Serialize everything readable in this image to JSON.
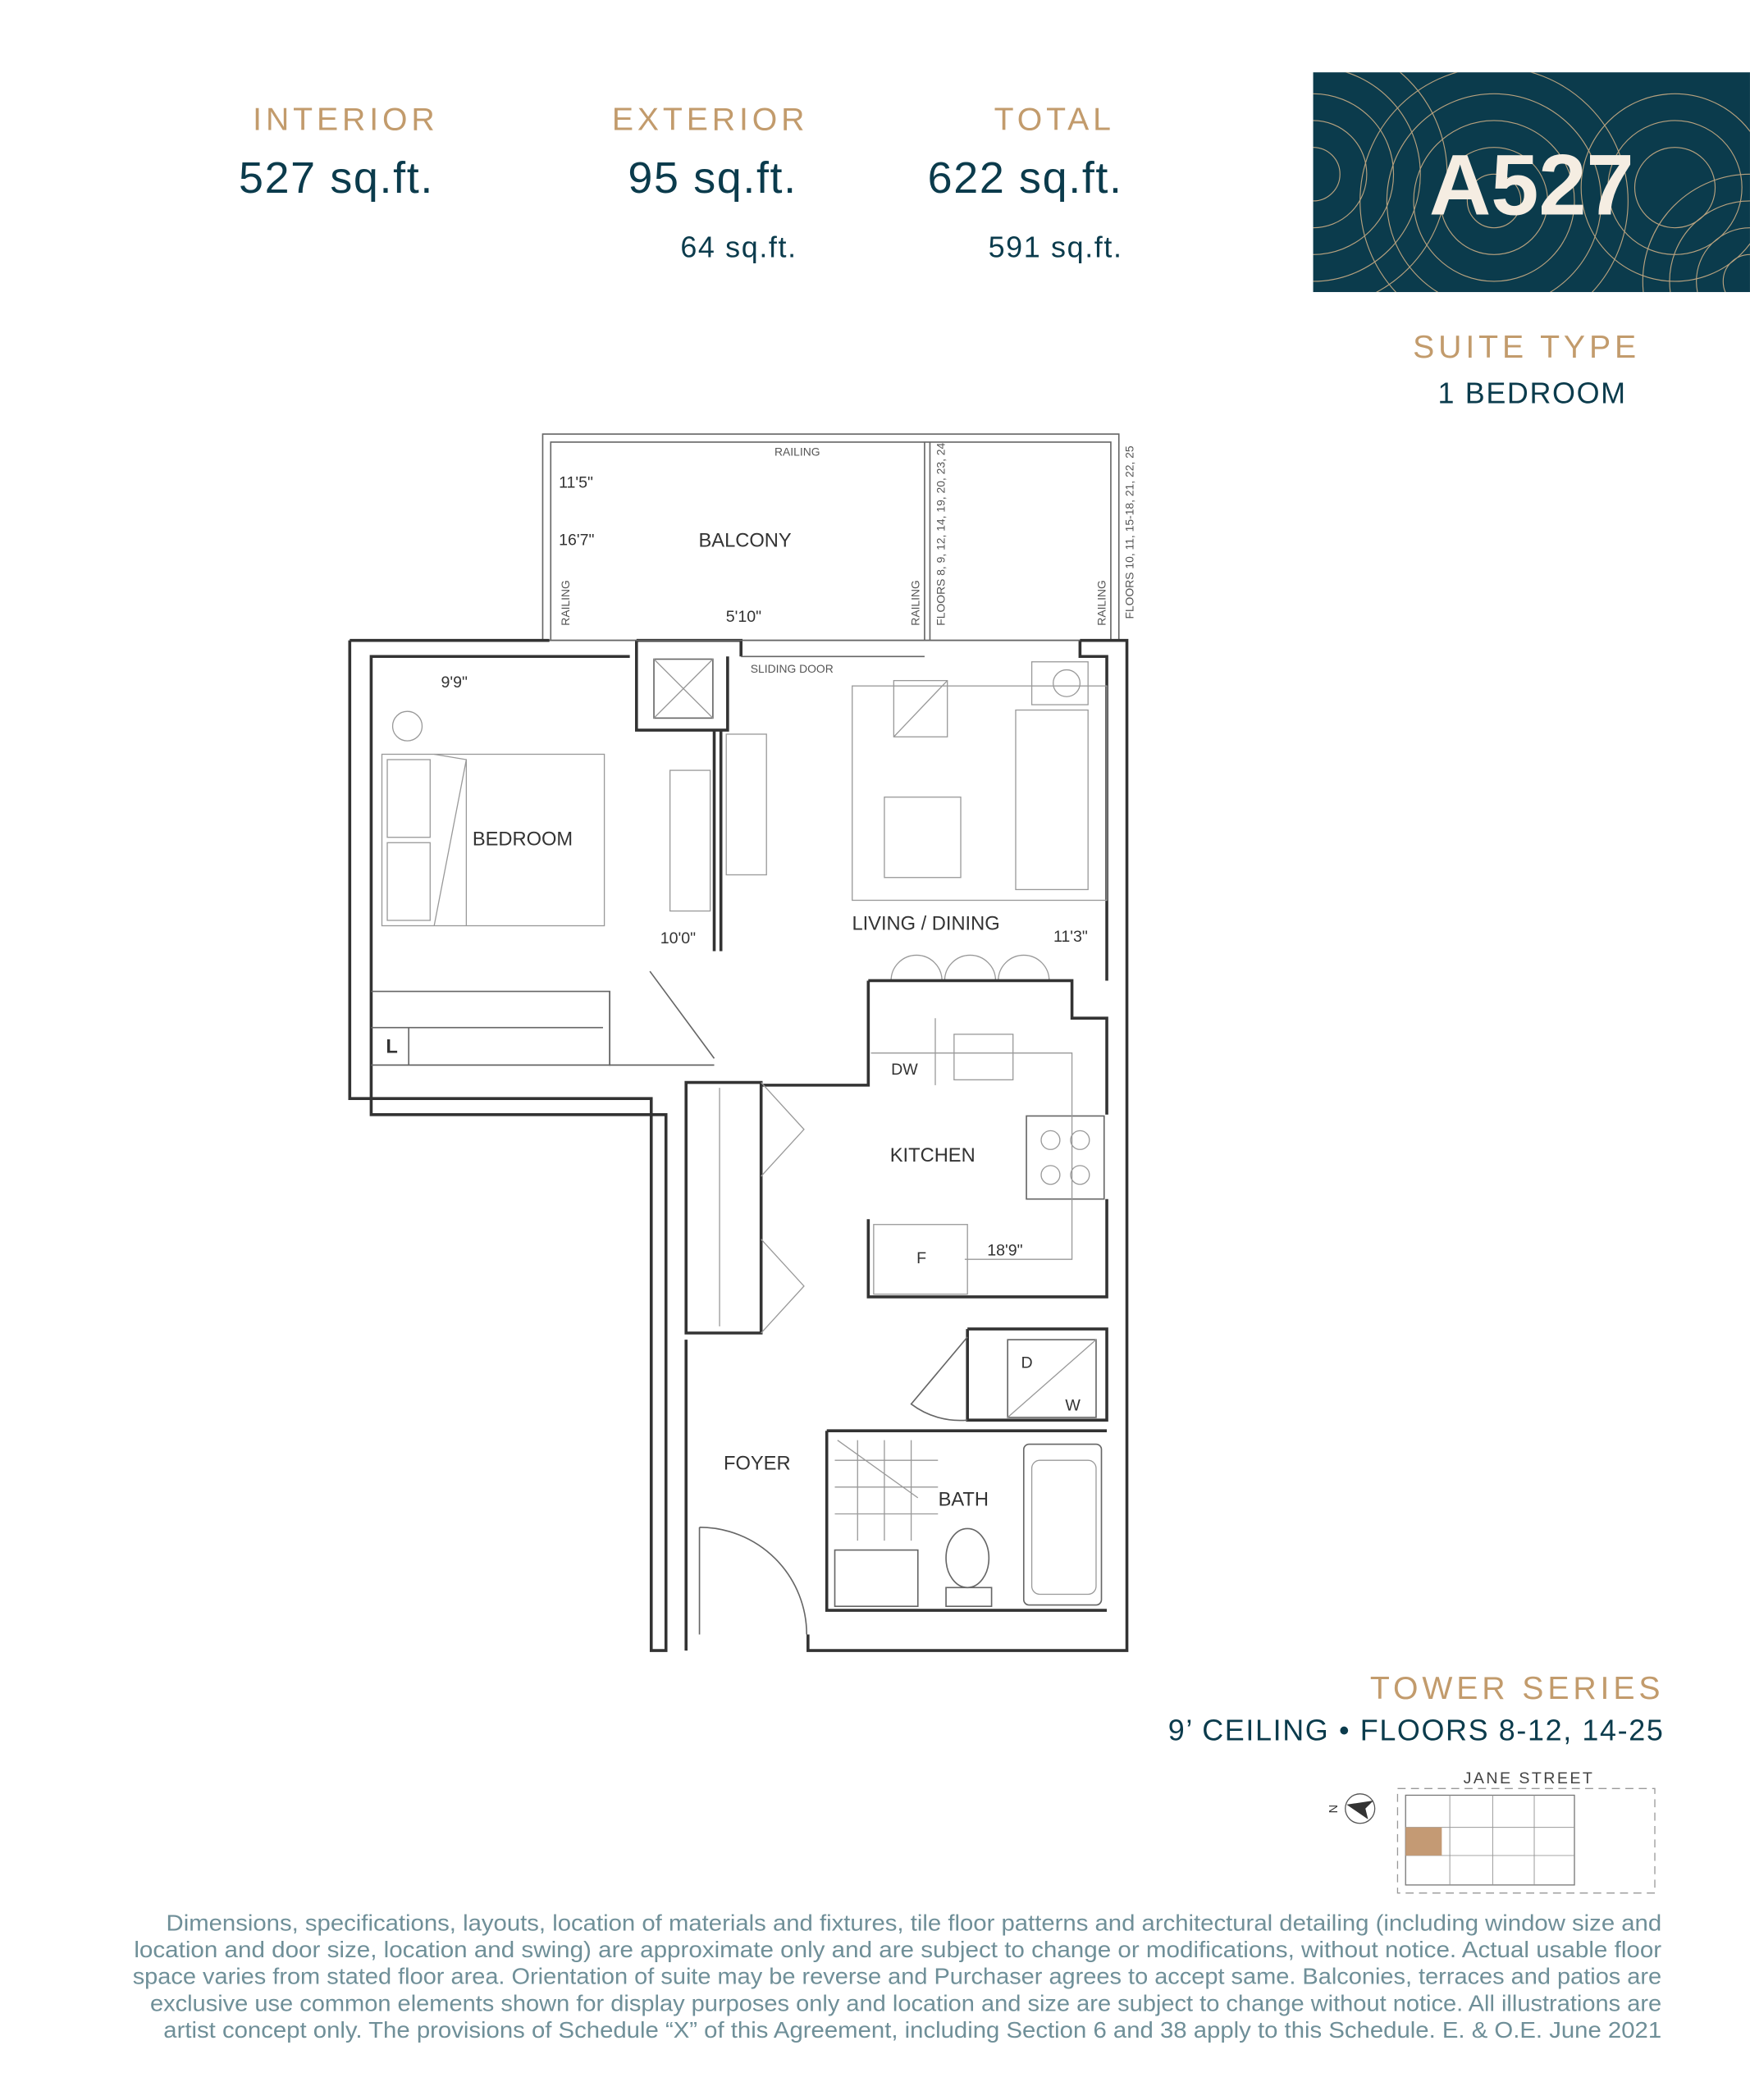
{
  "areas": {
    "interior": {
      "label": "INTERIOR",
      "value": "527 sq.ft."
    },
    "exterior": {
      "label": "EXTERIOR",
      "value": "95 sq.ft.",
      "alt_value": "64 sq.ft."
    },
    "total": {
      "label": "TOTAL",
      "value": "622 sq.ft.",
      "alt_value": "591 sq.ft."
    }
  },
  "suite": {
    "code": "A527",
    "type_label": "SUITE TYPE",
    "type_value": "1 BEDROOM"
  },
  "series": {
    "title": "TOWER SERIES",
    "details": "9’ CEILING • FLOORS 8-12, 14-25"
  },
  "plan": {
    "rooms": {
      "balcony": "BALCONY",
      "bedroom": "BEDROOM",
      "living": "LIVING / DINING",
      "kitchen": "KITCHEN",
      "foyer": "FOYER",
      "bath": "BATH"
    },
    "dimensions": {
      "balcony_a": "11'5\"",
      "balcony_b": "16'7\"",
      "balcony_c": "5'10\"",
      "bedroom": "9'9\"",
      "bedroom_w": "10'0\"",
      "living": "11'3\"",
      "kitchen": "18'9\""
    },
    "labels": {
      "railing": "RAILING",
      "sliding_door": "SLIDING DOOR",
      "floors_a": "FLOORS 8, 9, 12, 14, 19, 20, 23, 24",
      "floors_b": "FLOORS 10, 11, 15-18, 21, 22, 25",
      "linen": "L",
      "dishwasher": "DW",
      "fridge": "F",
      "dryer": "D",
      "washer": "W"
    }
  },
  "keyplan": {
    "street": "JANE STREET",
    "north": "N",
    "highlight_color": "#c49a74"
  },
  "colors": {
    "accent_gold": "#c29b6c",
    "brand_teal": "#0b3b4c"
  },
  "disclaimer": [
    "Dimensions, specifications, layouts, location of materials and fixtures, tile floor patterns and architectural detailing (including window size and",
    "location and door size, location and swing) are approximate only and are subject to change or modifications, without notice. Actual usable floor",
    "space varies from stated floor area. Orientation of suite may be reverse and Purchaser agrees to accept same. Balconies, terraces and patios are",
    "exclusive use common elements shown for display purposes only and location and size are subject to change without notice. All illustrations are",
    "artist concept only. The provisions of Schedule “X” of this Agreement, including Section 6 and 38 apply to this Schedule. E. & O.E. June 2021"
  ]
}
